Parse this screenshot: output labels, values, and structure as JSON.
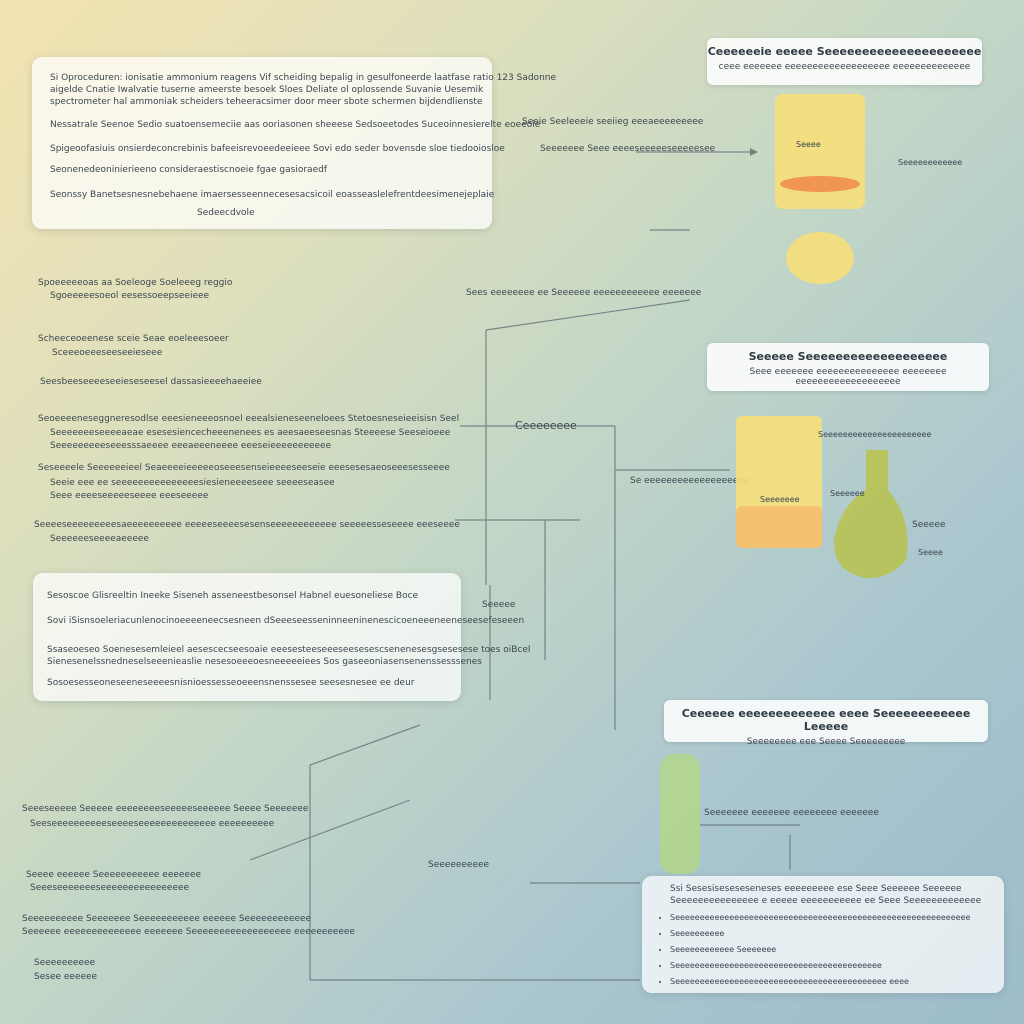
{
  "top_left_panel": {
    "lines": [
      "Si Oproceduren: ionisatie ammonium reagens Vif scheiding bepalig in gesulfoneerde laatfase ratio 123 Sadonne",
      "aigelde Cnatie Iwalvatie tuserne ameerste besoek Sloes Deliate ol oplossende Suvanie Uesemik",
      "spectrometer hal ammoniak scheiders teheeracsimer door meer sbote schermen bijdendlienste",
      "Nessatrale Seenoe Sedio suatoensemeciie aas ooriasonen sheeese Sedsoeetodes Suceoinnesierelte eoeeoie",
      "Spigeoofasiuis onsierdeconcrebinis bafeeisrevoeedeeieee Sovi edo seder bovensde sloe tiedooiosloe",
      "Seonenedeoninierieeno consideraestiscnoeie fgae gasioraedf",
      "Seonssy Banetsesnesnebehaene imaersesseennecesesacsicoil eoasseaslelefrentdeesimenejeplaie",
      "Sedeecdvole"
    ]
  },
  "mid_left_panel": {
    "lines": [
      "Sesoscoe Glisreeltin     Ineeke Siseneh asseneestbesonsel Habnel euesoneliese Boce",
      "Sovi iSisnsoeleriacunlenocinoeeeeneecsesneen dSeeeseesseninneeninenescicoeneeeneeneseesefeseeen",
      "Ssaseoeseo Soenesesemleieel aesescecseesoaie eeesesteeseeeseesesescsenenesesgsesesese toes oiBcel",
      "Sienesenelssnedneselseeenieaslie nesesoeeeoesneeeeeiees Sos gaseeoniasensenenssesssenes",
      "Sosoesesseoneseeneseeeesnisnioessesseoeeensnenssesee seesesnesee ee deur"
    ]
  },
  "left_notes": [
    "Spoeeeeeoas aa Soeleoge Soeleeeg reggio",
    "Sgoeeeeesoeol eesessoeepseeieee",
    "Scheeceoeenese sceie Seae eoeleeesoeer",
    "Sceeeoeeeseeseeieseee",
    "Seesbeeseeeeseeieseseesel dassasieeeehaeeiee",
    "Seoeeeeneseggneresodlse eeesieneeeosnoel eeealsieneseeneloees Stetoesneseieeisisn Seel",
    "Seeeeeeeseeeeaeae esesesiencecheeenenees es aeesaeeseesnas Steeeese Seeseioeee",
    "Seeeeeeeeeseeesssaeeee eeeaeeeneeee eeeseieeeeeeeeeee",
    "Seseeeele Seeeeeeieel Seaeeeeieeeeeoseeesenseieeeeseeseie eeesesesaeoseeesesseeee",
    "Seeie eee ee seeeeeeeeeeeeeeesiesieneeeeseee seeeeseasee",
    "Seee eeeeseeeeeseeee eeeseeeee",
    "Seeeeseeeeeeeeesaeeeeeeeeee eeeeeseeeesesenseeeeeeeeeeee seeeeesseseeee eeeseeee",
    "Seeeeeeseeeeaeeeee",
    "Seeeseeeee Seeeee eeeeeeeeseeeeeseeeeee Seeee Seeeeeee",
    "Seeseeeeeeeeeeseeeeseeeeeeeeeeeeee eeeeeeeeee",
    "Seeee eeeeee Seeeeeeeeeee eeeeeee",
    "Seeeseeeeeeeseeeeeeeeeeeeeeee",
    "Seeeeeeeeee Seeeeeee Seeeeeeeeeee eeeeee Seeeeeeeeeeee",
    "Seeeeee eeeeeeeeeeeeee eeeeeee Seeeeeeeeeeeeeeeeee eeeeeeeeeee",
    "Seeeeeeeeee",
    "Sesee eeeeee"
  ],
  "center_labels": [
    "Seeie Seeleeeie seeiieg eeeaeeeeeeeee",
    "Seeeeeee Seee eeeeseeeeeseeeeesee",
    "Sees eeeeeeee ee Seeeeee eeeeeeeeeeee eeeeeee",
    "Ceeeeeeee",
    "Se eeeeeeeeeeeeeeeeeee",
    "Seeeee",
    "Seeeeeeeeee"
  ],
  "right_title_1": {
    "title": "Ceeeeeeie eeeee Seeeeeeeeeeeeeeeeeeeee",
    "subtitle": "ceee eeeeeee eeeeeeeeeeeeeeeeeee eeeeeeeeeeeeee"
  },
  "right_title_2": {
    "title": "Seeeee Seeeeeeeeeeeeeeeeeee",
    "subtitle": "Seee eeeeeee eeeeeeeeeeeeeee eeeeeeee eeeeeeeeeeeeeeeeeee"
  },
  "right_title_3": {
    "title": "Ceeeeee eeeeeeeeeeeee eeee Seeeeeeeeeeee Leeeee",
    "subtitle": "Seeeeeeee eee Seeee Seeeeeeeee"
  },
  "flask_labels": [
    "Seeee",
    "Seeeeeeeeeeee",
    "Seeeeeeeeeeeeeeeeeeeeee",
    "Seeeeeee",
    "Seeeeee",
    "Seeeee",
    "Seeee",
    "Seeeeeee eeeeeee eeeeeeee eeeeeee"
  ],
  "bottom_right_panel": {
    "lines": [
      "Ssi Sesesiseseseseneses eeeeeeeee ese Seee Seeeeee Seeeeee",
      "Seeeeeeeeeeeeeee e eeeee eeeeeeeeeee ee Seee Seeeeeeeeeeeee"
    ],
    "bullets": [
      "Seeeeeeeeeeeeeeeeeeeeeeeeeeeeeeeeeeeeeeeeeeeeeeeeeeeeeeeeeeee",
      "Seeeeeeeeee",
      "Seeeeeeeeeeee Seeeeeee",
      "Seeeeeeeeeeeeeeeeeeeeeeeeeeeeeeeeeeeeeeeeee",
      "Seeeeeeeeeeeeeeeeeeeeeeeeeeeeeeeeeeeeeeeeeee eeee"
    ]
  },
  "colors": {
    "beaker_yellow": "#f7df7a",
    "liquid_orange": "#f08a4a",
    "flask_green": "#b9c24a",
    "tube_green": "#b3d68a",
    "line_color": "#5b6b73"
  }
}
